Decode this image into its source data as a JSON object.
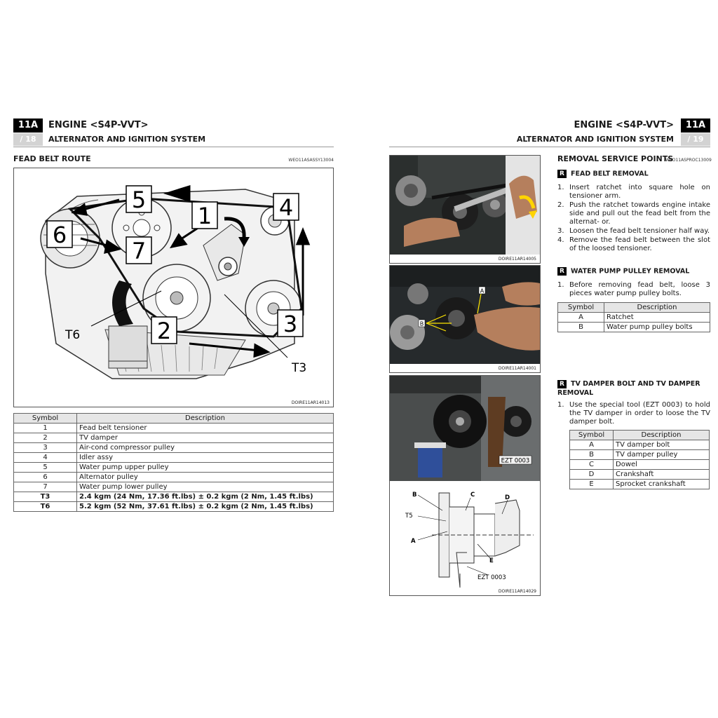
{
  "left": {
    "section": "11A",
    "page": "/ 18",
    "title": "ENGINE <S4P-VVT>",
    "subtitle": "ALTERNATOR AND IGNITION SYSTEM",
    "heading": "FEAD BELT ROUTE",
    "heading_code": "WEO11ASASSY13004",
    "figure": {
      "caption": "DOIRE11AR14013",
      "callouts": [
        "1",
        "2",
        "3",
        "4",
        "5",
        "6",
        "7",
        "T6",
        "T3"
      ]
    },
    "table": {
      "headers": [
        "Symbol",
        "Description"
      ],
      "rows": [
        [
          "1",
          "Fead belt tensioner"
        ],
        [
          "2",
          "TV damper"
        ],
        [
          "3",
          "Air-cond compressor pulley"
        ],
        [
          "4",
          "Idler assy"
        ],
        [
          "5",
          "Water pump upper pulley"
        ],
        [
          "6",
          "Alternator pulley"
        ],
        [
          "7",
          "Water pump lower pulley"
        ],
        [
          "T3",
          "2.4 kgm (24 Nm, 17.36 ft.lbs) ± 0.2 kgm (2 Nm, 1.45 ft.lbs)"
        ],
        [
          "T6",
          "5.2 kgm (52 Nm, 37.61 ft.lbs) ± 0.2 kgm (2 Nm, 1.45 ft.lbs)"
        ]
      ]
    }
  },
  "right": {
    "section": "11A",
    "page": "/ 19",
    "title": "ENGINE <S4P-VVT>",
    "subtitle": "ALTERNATOR AND IGNITION SYSTEM",
    "heading": "REMOVAL SERVICE POINTS",
    "heading_code": "WEO11ASPROC13009",
    "icon_letter": "R",
    "photos": [
      {
        "caption": "DOIRE11AR14005"
      },
      {
        "caption": "DOIRE11AR14001",
        "labels": [
          "A",
          "B"
        ]
      },
      {
        "caption": "",
        "labels": [
          "EZT 0003"
        ]
      },
      {
        "caption": "DOIRE11AR14029",
        "labels": [
          "B",
          "C",
          "D",
          "T5",
          "A",
          "E",
          "EZT 0003"
        ]
      }
    ],
    "fead": {
      "title": "FEAD BELT REMOVAL",
      "steps": [
        {
          "n": "1.",
          "text": "Insert ratchet into square hole on tensioner arm."
        },
        {
          "n": "2.",
          "text": "Push the ratchet towards engine intake side and pull out the fead belt from the alternat- or."
        },
        {
          "n": "3.",
          "text": "Loosen the fead belt tensioner half way."
        },
        {
          "n": "4.",
          "text": "Remove the fead belt between the slot of the loosed tensioner."
        }
      ]
    },
    "wp": {
      "title": "WATER PUMP PULLEY REMOVAL",
      "steps": [
        {
          "n": "1.",
          "text": "Before removing fead belt, loose 3 pieces water pump pulley bolts."
        }
      ],
      "table": {
        "headers": [
          "Symbol",
          "Description"
        ],
        "rows": [
          [
            "A",
            "Ratchet"
          ],
          [
            "B",
            "Water pump pulley bolts"
          ]
        ]
      }
    },
    "tv": {
      "title_line1": "TV DAMPER BOLT AND TV DAMPER",
      "title_line2": "REMOVAL",
      "steps": [
        {
          "n": "1.",
          "text": "Use the special tool (EZT 0003) to hold the TV damper in order to loose the TV damper bolt."
        }
      ],
      "table": {
        "headers": [
          "Symbol",
          "Description"
        ],
        "rows": [
          [
            "A",
            "TV damper bolt"
          ],
          [
            "B",
            "TV damper pulley"
          ],
          [
            "C",
            "Dowel"
          ],
          [
            "D",
            "Crankshaft"
          ],
          [
            "E",
            "Sprocket crankshaft"
          ]
        ]
      }
    }
  }
}
